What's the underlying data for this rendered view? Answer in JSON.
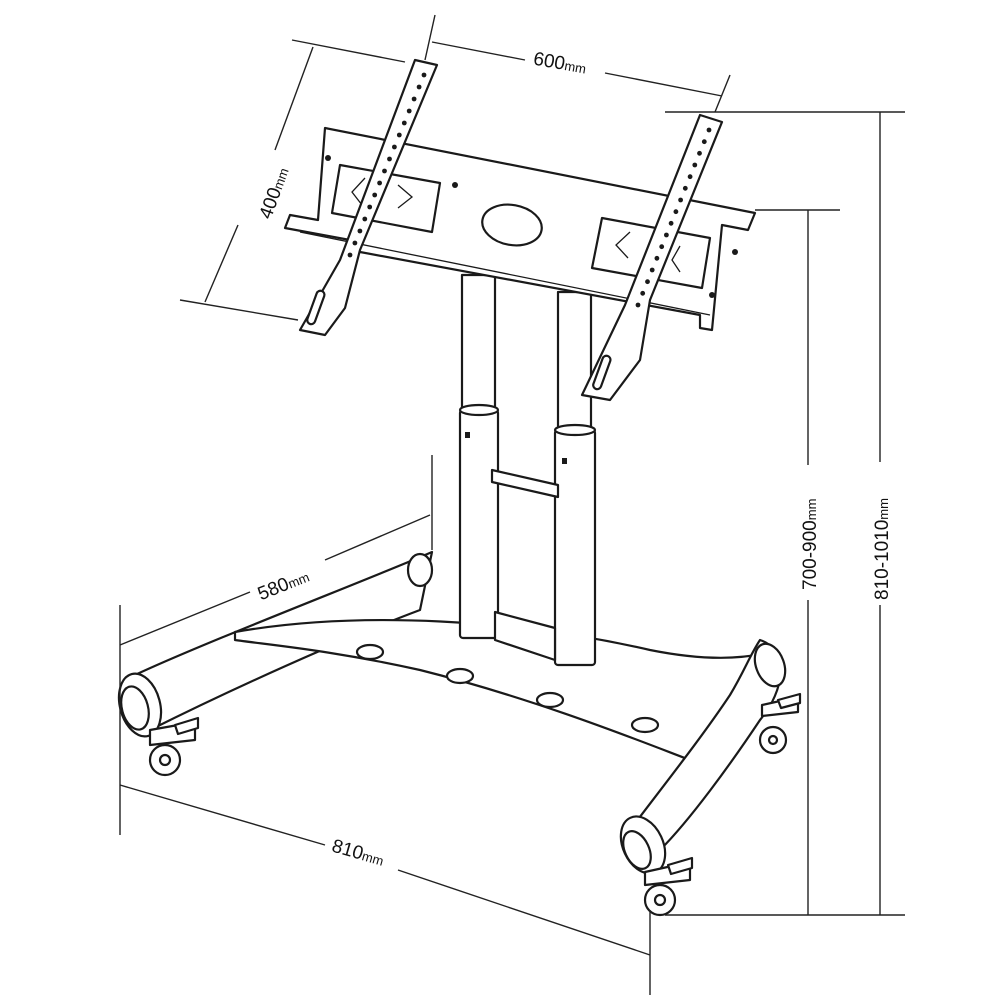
{
  "dimensions": {
    "mount_width": {
      "value": "600",
      "unit": "mm"
    },
    "mount_height": {
      "value": "400",
      "unit": "mm"
    },
    "base_depth": {
      "value": "580",
      "unit": "mm"
    },
    "base_width": {
      "value": "810",
      "unit": "mm"
    },
    "column_height": {
      "value": "700-900",
      "unit": "mm"
    },
    "total_height": {
      "value": "810-1010",
      "unit": "mm"
    }
  },
  "colors": {
    "line": "#1a1a1a",
    "background": "#ffffff"
  }
}
